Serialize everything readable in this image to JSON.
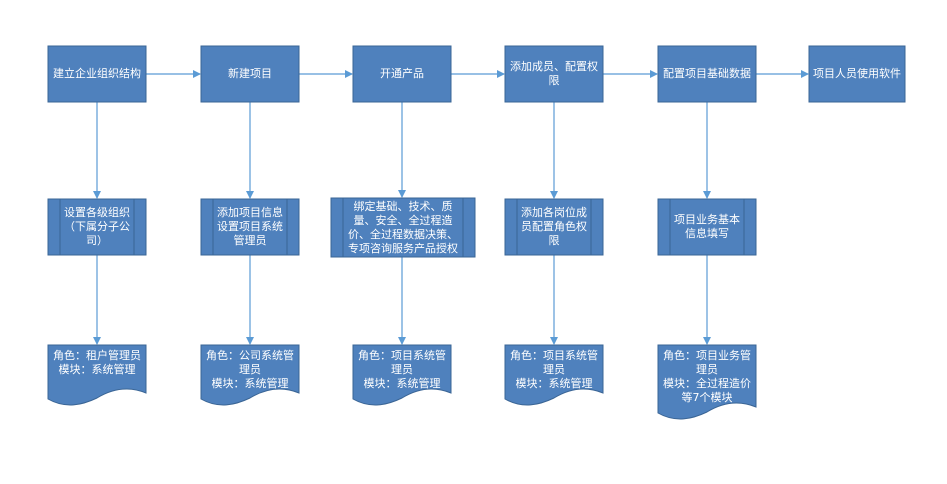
{
  "colors": {
    "fill": "#4f81bd",
    "stroke": "#3a6595",
    "arrow": "#5b9bd5",
    "text": "#ffffff"
  },
  "steps": [
    {
      "label": "建立企业组织结构"
    },
    {
      "label": "新建项目"
    },
    {
      "label": "开通产品"
    },
    {
      "label": "添加成员、配置权\n限"
    },
    {
      "label": "配置项目基础数据"
    },
    {
      "label": "项目人员使用软件"
    }
  ],
  "tasks": [
    {
      "label": "设置各级组织\n（下属分子公\n司）"
    },
    {
      "label": "添加项目信息\n设置项目系统\n管理员"
    },
    {
      "label": "绑定基础、技术、质\n量、安全、全过程造\n价、全过程数据决策、\n专项咨询服务产品授权"
    },
    {
      "label": "添加各岗位成\n员配置角色权\n限"
    },
    {
      "label": "项目业务基本\n信息填写"
    }
  ],
  "roles": [
    {
      "label": "角色：租户管理员\n模块：系统管理"
    },
    {
      "label": "角色：公司系统管\n理员\n模块：系统管理"
    },
    {
      "label": "角色：项目系统管\n理员\n模块：系统管理"
    },
    {
      "label": "角色：项目系统管\n理员\n模块：系统管理"
    },
    {
      "label": "角色：项目业务管\n理员\n模块：全过程造价\n等7个模块"
    }
  ]
}
